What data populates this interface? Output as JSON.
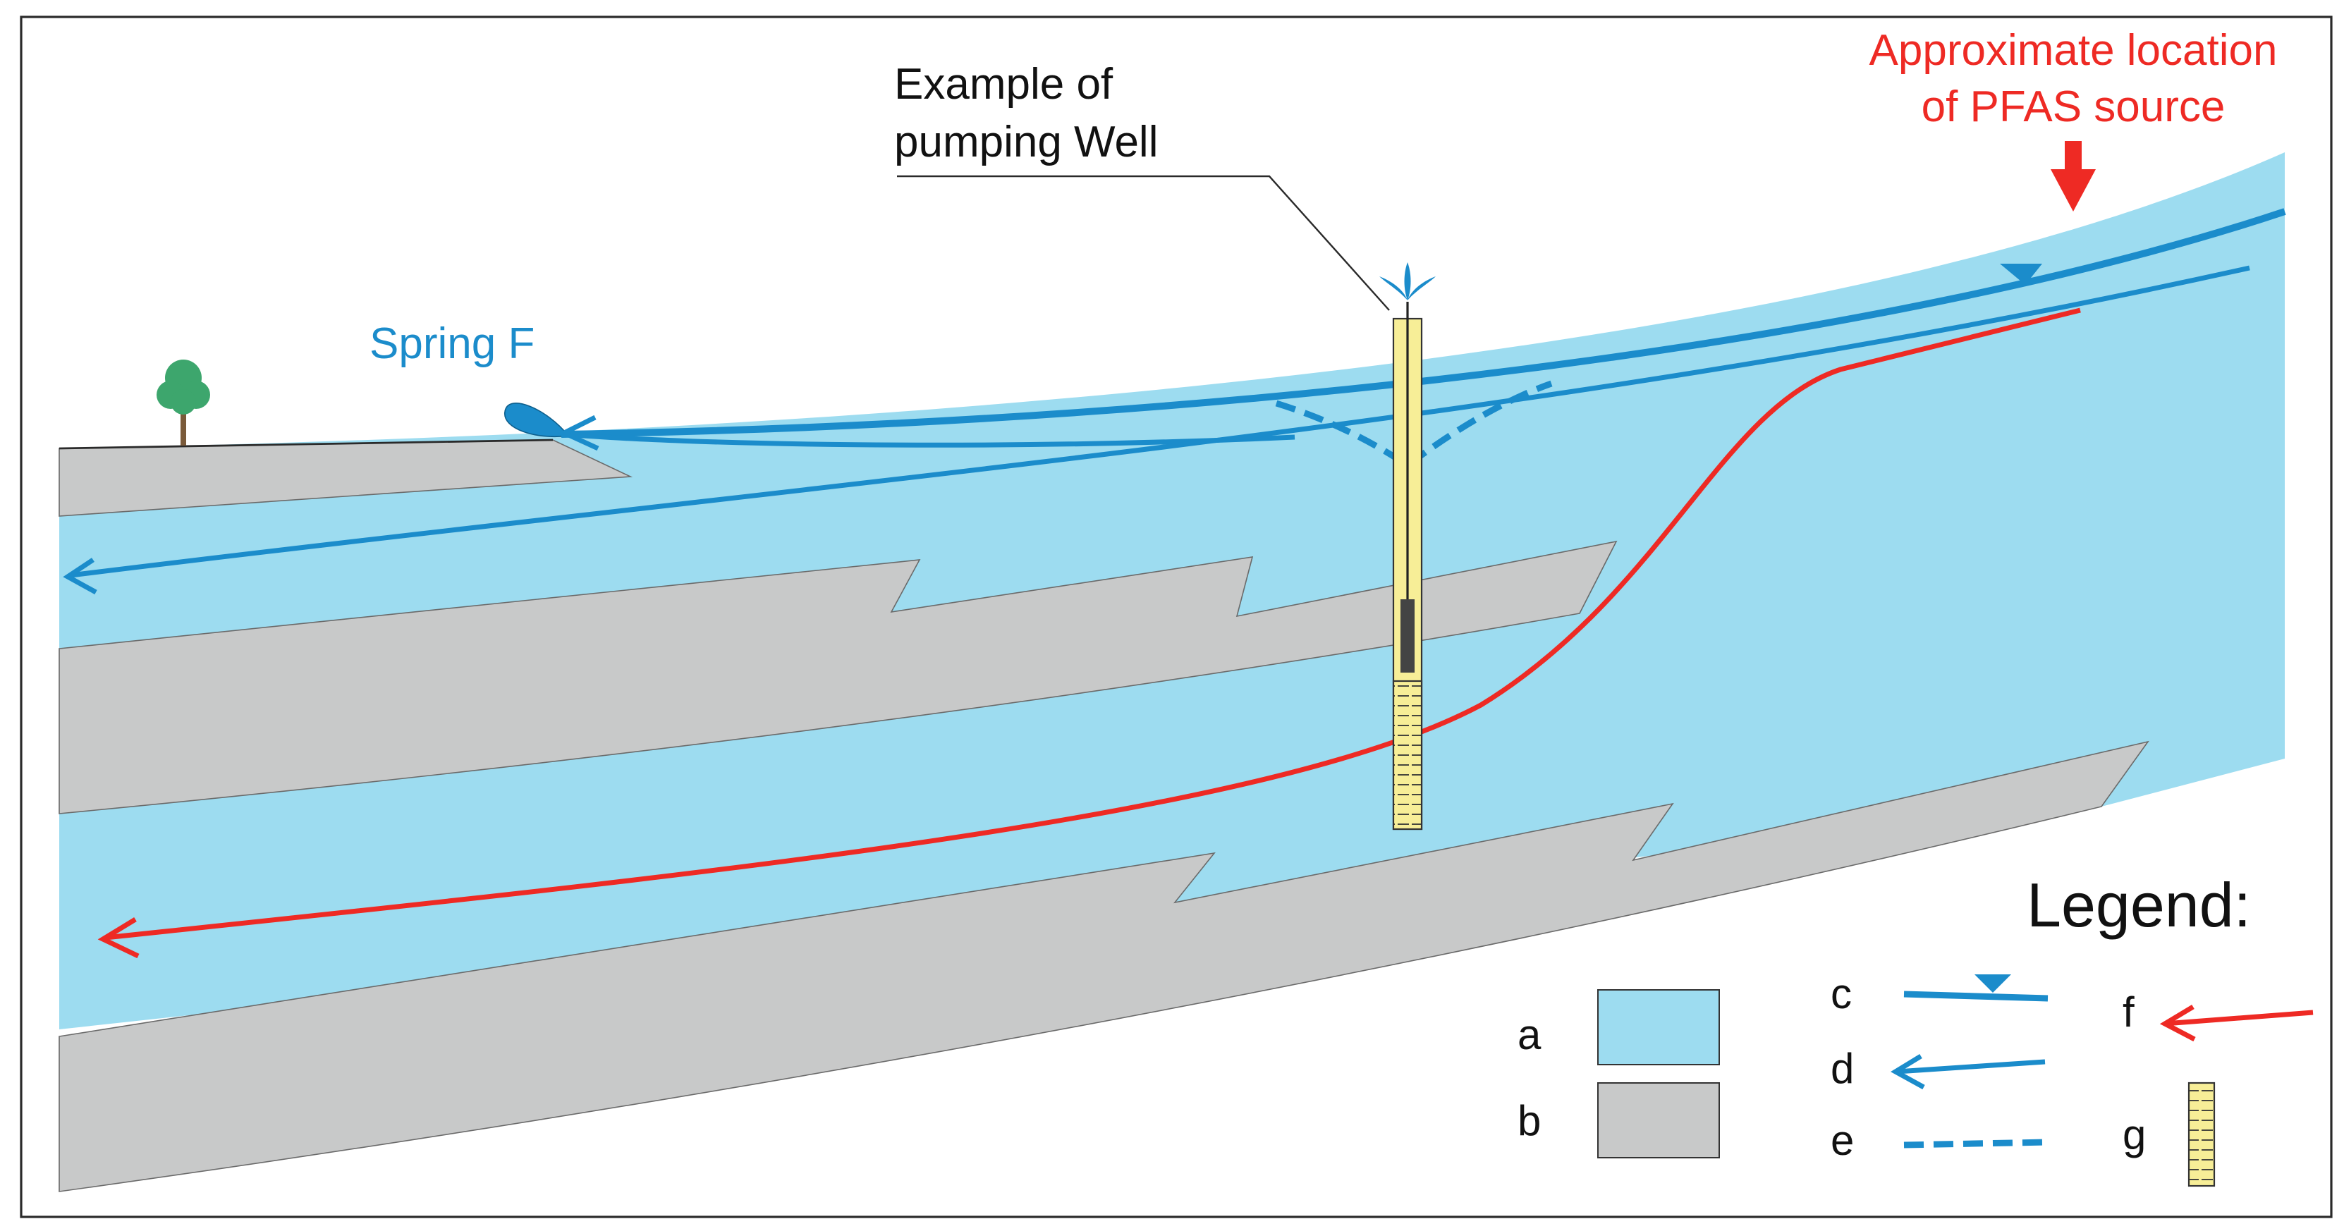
{
  "colors": {
    "aquifer": "#9ddcf0",
    "aquitard": "#c8c9c9",
    "flow": "#1b8ccb",
    "pfas": "#ee2a24",
    "well": "#f7ee97",
    "frame": "#2a2a2a",
    "tree_crown": "#3da66d",
    "tree_trunk": "#7a5a3a"
  },
  "labels": {
    "spring": "Spring F",
    "well_callout_line1": "Example of",
    "well_callout_line2": "pumping Well",
    "pfas_line1": "Approximate location",
    "pfas_line2": "of PFAS source"
  },
  "legend": {
    "title": "Legend:",
    "items": [
      {
        "key": "a",
        "symbol": "aquifer-swatch"
      },
      {
        "key": "b",
        "symbol": "aquitard-swatch"
      },
      {
        "key": "c",
        "symbol": "water-table-line"
      },
      {
        "key": "d",
        "symbol": "groundwater-flow-arrow"
      },
      {
        "key": "e",
        "symbol": "drawdown-dashed-line"
      },
      {
        "key": "f",
        "symbol": "pfas-flow-arrow"
      },
      {
        "key": "g",
        "symbol": "well-screen"
      }
    ]
  }
}
